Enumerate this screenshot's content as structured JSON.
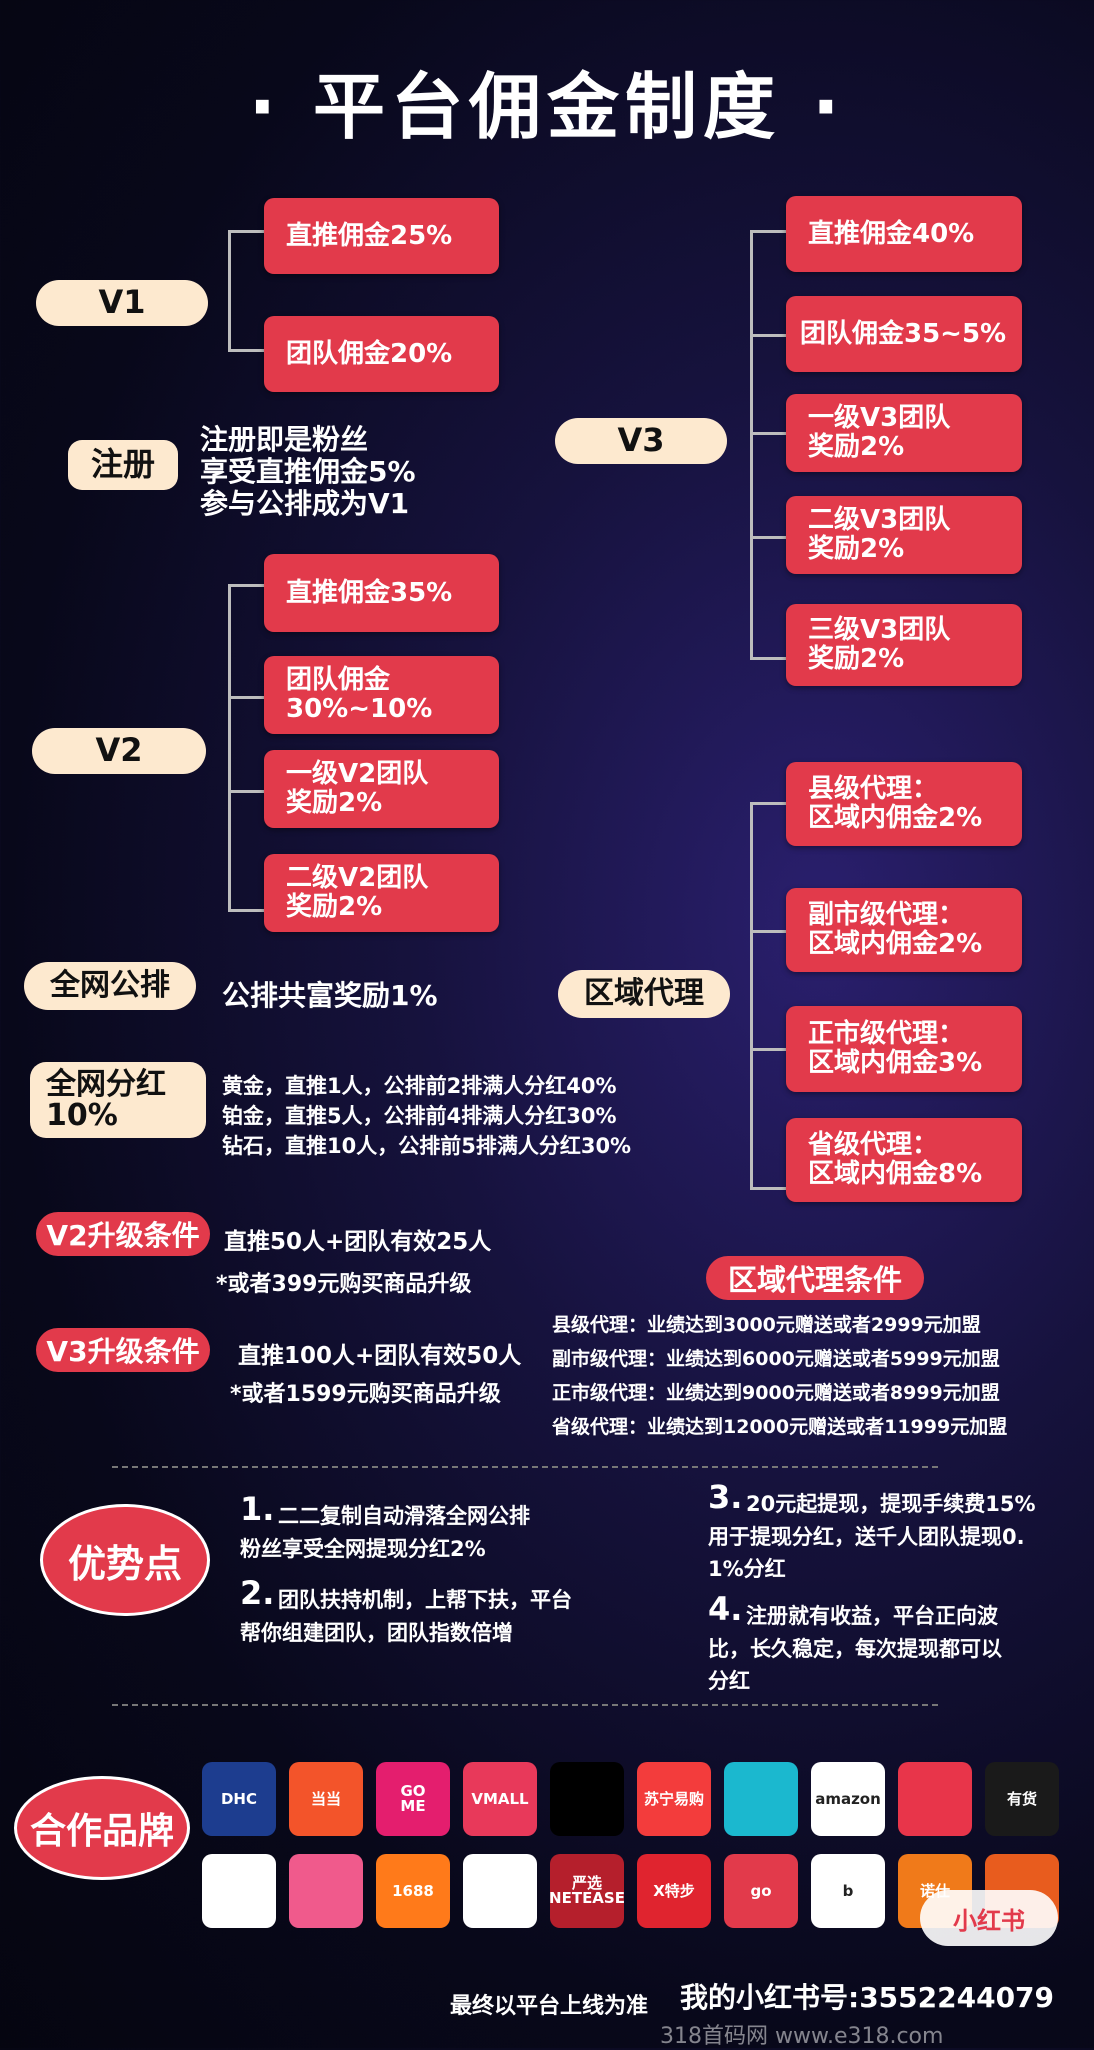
{
  "title": "· 平台佣金制度 ·",
  "v1": {
    "label": "V1",
    "items": [
      "直推佣金25%",
      "团队佣金20%"
    ]
  },
  "register": {
    "label": "注册",
    "text": "注册即是粉丝\n享受直推佣金5%\n参与公排成为V1"
  },
  "v2": {
    "label": "V2",
    "items": [
      "直推佣金35%",
      "团队佣金\n30%~10%",
      "一级V2团队\n奖励2%",
      "二级V2团队\n奖励2%"
    ]
  },
  "v3": {
    "label": "V3",
    "items": [
      "直推佣金40%",
      "团队佣金35~5%",
      "一级V3团队\n奖励2%",
      "二级V3团队\n奖励2%",
      "三级V3团队\n奖励2%"
    ]
  },
  "gongpai": {
    "label": "全网公排",
    "text": "公排共富奖励1%"
  },
  "fenhong": {
    "label": "全网分红\n10%",
    "lines": [
      "黄金，直推1人，公排前2排满人分红40%",
      "铂金，直推5人，公排前4排满人分红30%",
      "钻石，直推10人，公排前5排满人分红30%"
    ]
  },
  "region": {
    "label": "区域代理",
    "items": [
      "县级代理：\n区域内佣金2%",
      "副市级代理：\n区域内佣金2%",
      "正市级代理：\n区域内佣金3%",
      "省级代理：\n区域内佣金8%"
    ]
  },
  "v2up": {
    "label": "V2升级条件",
    "line1": "直推50人+团队有效25人",
    "line2": "*或者399元购买商品升级"
  },
  "v3up": {
    "label": "V3升级条件",
    "line1": "直推100人+团队有效50人",
    "line2": "*或者1599元购买商品升级"
  },
  "regionCond": {
    "label": "区域代理条件",
    "lines": [
      "县级代理：业绩达到3000元赠送或者2999元加盟",
      "副市级代理：业绩达到6000元赠送或者5999元加盟",
      "正市级代理：业绩达到9000元赠送或者8999元加盟",
      "省级代理：业绩达到12000元赠送或者11999元加盟"
    ]
  },
  "advantages": {
    "label": "优势点",
    "items": [
      {
        "num": "1.",
        "text": "二二复制自动滑落全网公排\n粉丝享受全网提现分红2%"
      },
      {
        "num": "2.",
        "text": "团队扶持机制，上帮下扶，平台\n帮你组建团队，团队指数倍增"
      },
      {
        "num": "3.",
        "text": "20元起提现，提现手续费15%\n用于提现分红，送千人团队提现0.\n1%分红"
      },
      {
        "num": "4.",
        "text": "注册就有收益，平台正向波\n比，长久稳定，每次提现都可以\n分红"
      }
    ]
  },
  "brands": {
    "label": "合作品牌",
    "row1": [
      {
        "icon": "dhc-logo",
        "text": "DHC",
        "bg": "#1d3d8f"
      },
      {
        "icon": "dangdang-logo",
        "text": "当当",
        "bg": "#f3542a"
      },
      {
        "icon": "gome-logo",
        "text": "GO\nME",
        "bg": "#e41e6e"
      },
      {
        "icon": "vmall-logo",
        "text": "VMALL",
        "bg": "#e8395a"
      },
      {
        "icon": "apple-logo",
        "text": "",
        "bg": "#000000"
      },
      {
        "icon": "suning-logo",
        "text": "苏宁易购",
        "bg": "#f33c3c"
      },
      {
        "icon": "camel-logo",
        "text": "",
        "bg": "#1bb8cf"
      },
      {
        "icon": "amazon-logo",
        "text": "amazon",
        "bg": "#ffffff"
      },
      {
        "icon": "music-logo",
        "text": "",
        "bg": "#e8354a"
      },
      {
        "icon": "youhuo-logo",
        "text": "有货",
        "bg": "#1a1a1a"
      }
    ],
    "row2": [
      {
        "icon": "koala-logo",
        "text": "",
        "bg": "#ffffff"
      },
      {
        "icon": "rabbit-logo",
        "text": "",
        "bg": "#f05a8c"
      },
      {
        "icon": "1688-logo",
        "text": "1688",
        "bg": "#ff7a1a"
      },
      {
        "icon": "fish-logo",
        "text": "",
        "bg": "#ffffff"
      },
      {
        "icon": "yanxuan-logo",
        "text": "严选\nNETEASE",
        "bg": "#b51f2c"
      },
      {
        "icon": "xtep-logo",
        "text": "X特步",
        "bg": "#e0242f"
      },
      {
        "icon": "go-logo",
        "text": "go",
        "bg": "#e23a4b"
      },
      {
        "icon": "b-logo",
        "text": "b",
        "bg": "#ffffff"
      },
      {
        "icon": "nuojia-logo",
        "text": "诺仕",
        "bg": "#f07a1a"
      },
      {
        "icon": "store-logo",
        "text": "",
        "bg": "#e85c1e"
      }
    ]
  },
  "footer": {
    "note": "最终以平台上线为准",
    "account": "我的小红书号:3552244079",
    "badge": "小红书",
    "watermark": "318首码网 www.e318.com"
  }
}
